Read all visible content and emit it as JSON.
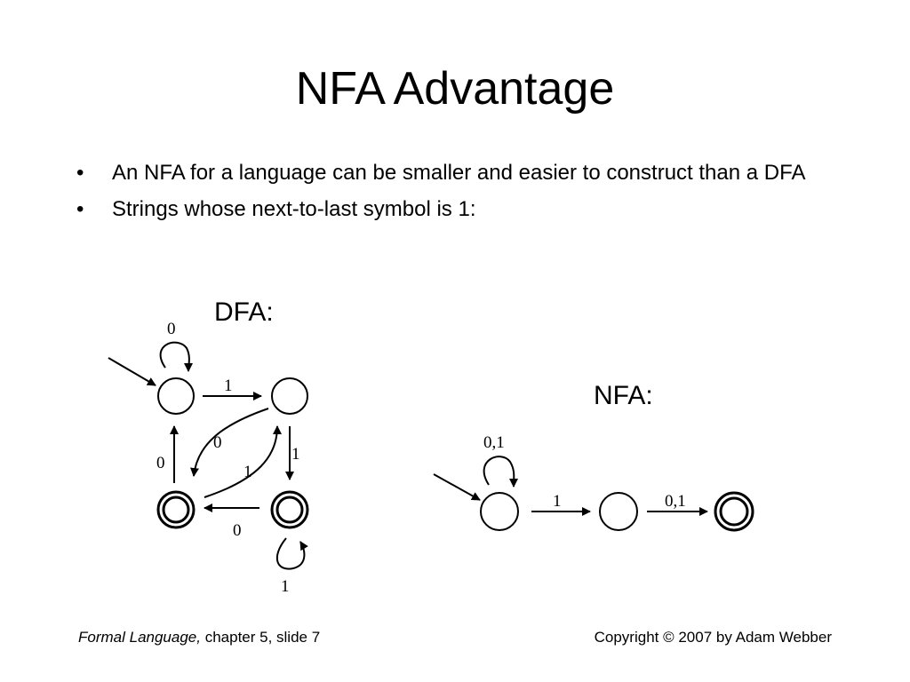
{
  "slide": {
    "title": "NFA Advantage",
    "bullets": [
      "An NFA for a language can be smaller and easier to construct than a DFA",
      "Strings whose next-to-last symbol is 1:"
    ],
    "bullet_symbol": "•"
  },
  "dfa": {
    "label": "DFA:",
    "edges": {
      "q0_loop": "0",
      "q0_to_q1": "1",
      "q1_to_q2": "0",
      "q2_to_q0": "0",
      "q2_to_q1": "1",
      "q1_to_q3": "1",
      "q3_to_q2": "0",
      "q3_loop": "1"
    }
  },
  "nfa": {
    "label": "NFA:",
    "edges": {
      "q0_loop": "0,1",
      "q0_to_q1": "1",
      "q1_to_q2": "0,1"
    }
  },
  "footer": {
    "course": "Formal Language,",
    "chapter": " chapter 5, slide 7",
    "copyright": "Copyright © 2007 by Adam Webber"
  }
}
